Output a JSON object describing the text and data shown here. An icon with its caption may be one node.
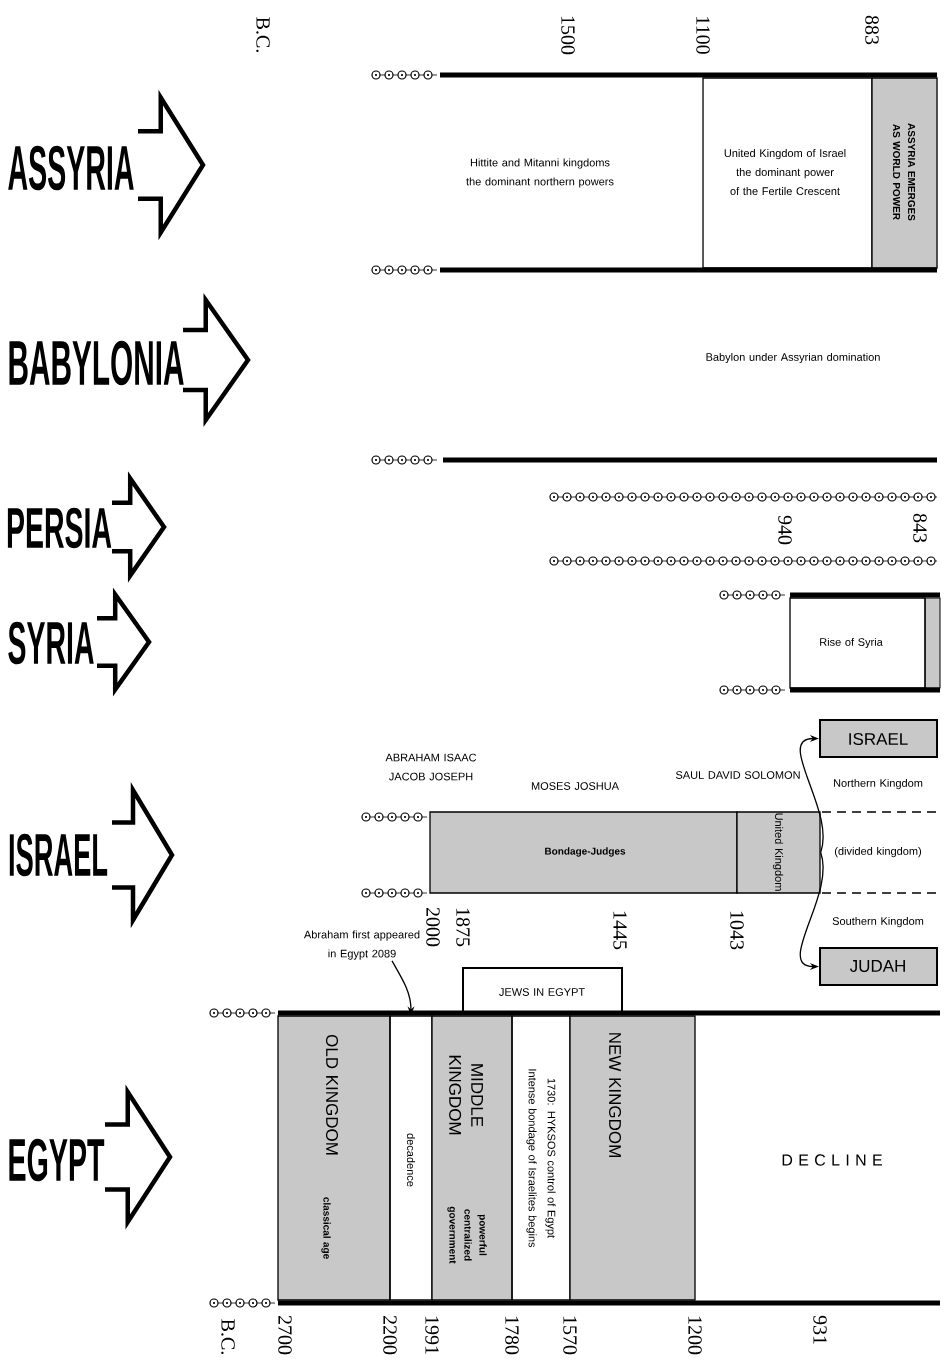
{
  "diagram": {
    "nodes": [
      {
        "text": [
          "Hittite and Mitanni kingdoms the dominant northern powers"
        ]
      },
      {
        "text": [
          "United Kingdom of Israel the dominant power of the Fertile Crescent"
        ]
      },
      {
        "text": [
          "ASSYRIA EMERGES AS WORLD POWER"
        ]
      },
      {
        "text": [
          "Rise of Syria"
        ]
      },
      {
        "text": [
          "Bondage-Judges"
        ]
      },
      {
        "text": [
          "United Kingdom"
        ]
      },
      {
        "text": [
          "ISRAEL"
        ]
      },
      {
        "text": [
          "JUDAH"
        ]
      },
      {
        "text": [
          "Abraham first appeared in Egypt 2089"
        ]
      },
      {
        "text": [
          "JEWS IN EGYPT"
        ]
      },
      {
        "text": [
          "OLD KINGDOM",
          "classical age"
        ]
      },
      {
        "text": [
          "decadence"
        ]
      },
      {
        "text": [
          "MIDDLE KINGDOM",
          "powerful centralized government"
        ]
      },
      {
        "text": [
          "1730: HYKSOS control of Egypt Intense bondage of Israelites begins"
        ]
      },
      {
        "text": [
          "NEW KINGDOM"
        ]
      },
      {
        "text": [
          "D E C L I N E"
        ]
      }
    ],
    "edges": [
      {
        "from": 5,
        "to": 6,
        "arrow": "to"
      },
      {
        "from": 5,
        "to": 7,
        "arrow": "to"
      },
      {
        "from": 8,
        "to": 11,
        "arrow": "to"
      }
    ],
    "labels": [
      "B.C.",
      "1500",
      "1100",
      "883",
      "ASSYRIA",
      "BABYLONIA",
      "Babylon under Assyrian domination",
      "PERSIA",
      "940",
      "843",
      "SYRIA",
      "ABRAHAM ISAAC JACOB JOSEPH",
      "SAUL DAVID SOLOMON",
      "MOSES JOSHUA",
      "Northern Kingdom",
      "ISRAEL",
      "(divided kingdom)",
      "2000",
      "1875",
      "1445",
      "1043",
      "Southern Kingdom",
      "EGYPT",
      "B.C.",
      "2700",
      "2200",
      "1991",
      "1780",
      "1570",
      "1200",
      "931"
    ]
  }
}
